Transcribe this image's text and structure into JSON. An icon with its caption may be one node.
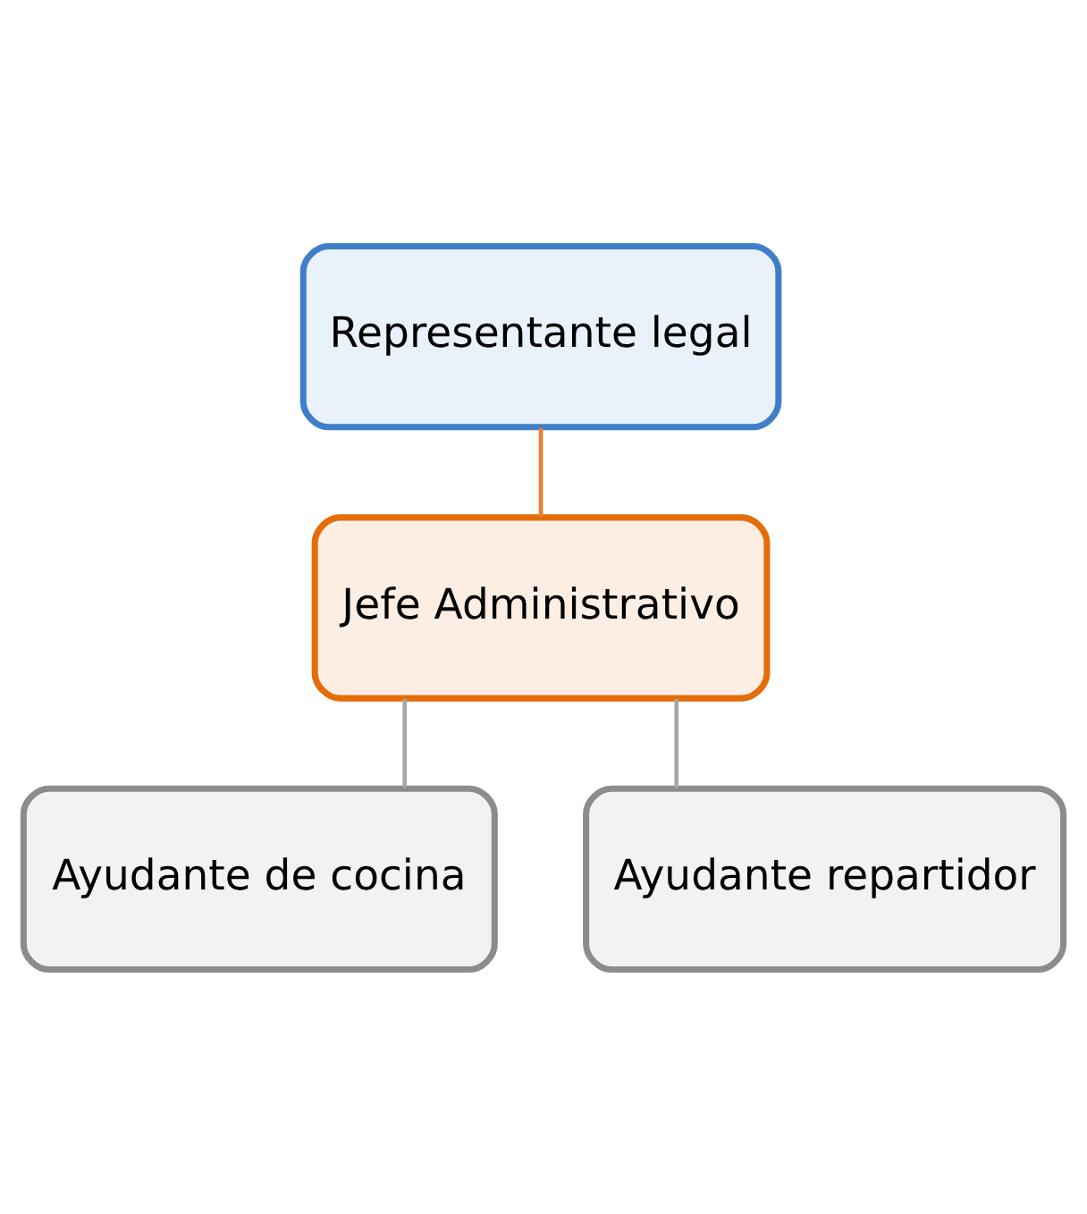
{
  "diagram": {
    "nodes": [
      {
        "text": [
          "Representante legal"
        ]
      },
      {
        "text": [
          "Jefe Administrativo"
        ]
      },
      {
        "text": [
          "Ayudante de cocina"
        ]
      },
      {
        "text": [
          "Ayudante repartidor"
        ]
      }
    ],
    "edges": [
      {
        "from": 0,
        "to": 1,
        "arrow": "none",
        "color": "#ed7d31"
      },
      {
        "from": 1,
        "to": 2,
        "arrow": "none"
      },
      {
        "from": 1,
        "to": 3,
        "arrow": "none"
      }
    ]
  }
}
